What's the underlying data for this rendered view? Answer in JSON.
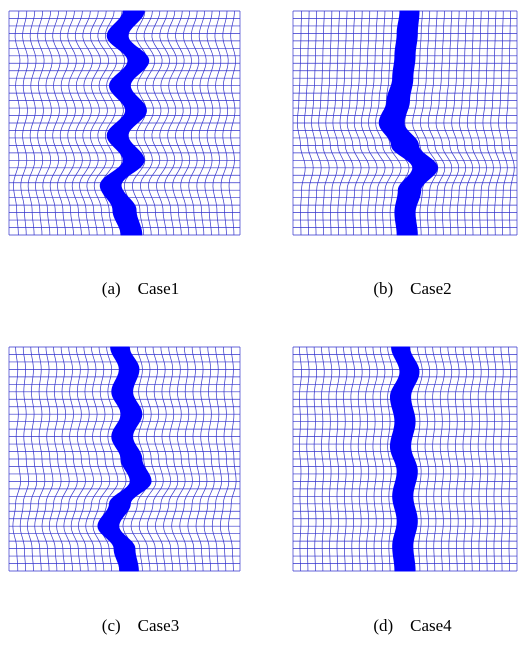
{
  "mesh_color": "#3333cc",
  "band_color": "#0000ff",
  "panels": [
    {
      "id": "a",
      "tag": "(a)",
      "name": "Case1",
      "band_centers": [
        0.54,
        0.47,
        0.56,
        0.48,
        0.55,
        0.47,
        0.54,
        0.44,
        0.5,
        0.53
      ],
      "band_widths": [
        0.09,
        0.09,
        0.09,
        0.09,
        0.09,
        0.09,
        0.09,
        0.09,
        0.1,
        0.09
      ]
    },
    {
      "id": "b",
      "tag": "(b)",
      "name": "Case2",
      "band_centers": [
        0.52,
        0.51,
        0.5,
        0.49,
        0.47,
        0.44,
        0.5,
        0.59,
        0.52,
        0.5,
        0.51
      ],
      "band_widths": [
        0.085,
        0.09,
        0.09,
        0.09,
        0.1,
        0.11,
        0.12,
        0.11,
        0.1,
        0.09,
        0.09
      ]
    },
    {
      "id": "c",
      "tag": "(c)",
      "name": "Case3",
      "band_centers": [
        0.48,
        0.52,
        0.49,
        0.53,
        0.49,
        0.53,
        0.57,
        0.48,
        0.43,
        0.5,
        0.52
      ],
      "band_widths": [
        0.08,
        0.085,
        0.09,
        0.09,
        0.09,
        0.09,
        0.09,
        0.09,
        0.09,
        0.09,
        0.08
      ]
    },
    {
      "id": "d",
      "tag": "(d)",
      "name": "Case4",
      "band_centers": [
        0.48,
        0.52,
        0.48,
        0.5,
        0.48,
        0.51,
        0.49,
        0.51,
        0.49,
        0.5
      ],
      "band_widths": [
        0.08,
        0.085,
        0.09,
        0.09,
        0.09,
        0.09,
        0.09,
        0.09,
        0.09,
        0.09
      ]
    }
  ]
}
